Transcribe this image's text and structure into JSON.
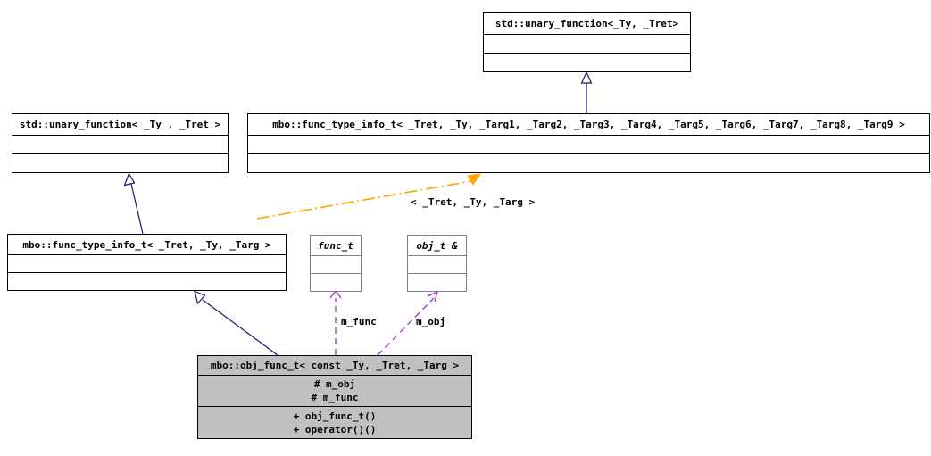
{
  "diagram": {
    "title": "UML class inheritance diagram",
    "background": "#ffffff",
    "colors": {
      "inheritance": "#191970",
      "usage": "#9a32cd",
      "template_binding": "#ffa500",
      "node_fill_highlight": "#c0c0c0",
      "node_fill_default": "#ffffff",
      "node_border": "#000000",
      "node_border_soft": "#808080"
    }
  },
  "nodes": {
    "std_unary_function_top": {
      "title": "std::unary_function<_Ty, _Tret>",
      "attributes": [],
      "operations": []
    },
    "std_unary_function_left": {
      "title": "std::unary_function< _Ty , _Tret >",
      "attributes": [],
      "operations": []
    },
    "func_type_info_t_full": {
      "title": "mbo::func_type_info_t< _Tret, _Ty, _Targ1, _Targ2, _Targ3, _Targ4, _Targ5, _Targ6, _Targ7, _Targ8, _Targ9 >",
      "attributes": [],
      "operations": []
    },
    "func_type_info_t_spec": {
      "title": "mbo::func_type_info_t< _Tret, _Ty, _Targ >",
      "attributes": [],
      "operations": []
    },
    "func_t": {
      "title": "func_t",
      "attributes": [],
      "operations": []
    },
    "obj_t_ref": {
      "title": "obj_t &",
      "attributes": [],
      "operations": []
    },
    "obj_func_t": {
      "title": "mbo::obj_func_t< const _Ty, _Tret, _Targ >",
      "attributes": [
        "# m_obj",
        "# m_func"
      ],
      "operations": [
        "+ obj_func_t()",
        "+ operator()()"
      ]
    }
  },
  "edges": {
    "template_binding_label": "< _Tret, _Ty, _Targ >",
    "m_func_label": "m_func",
    "m_obj_label": "m_obj"
  }
}
